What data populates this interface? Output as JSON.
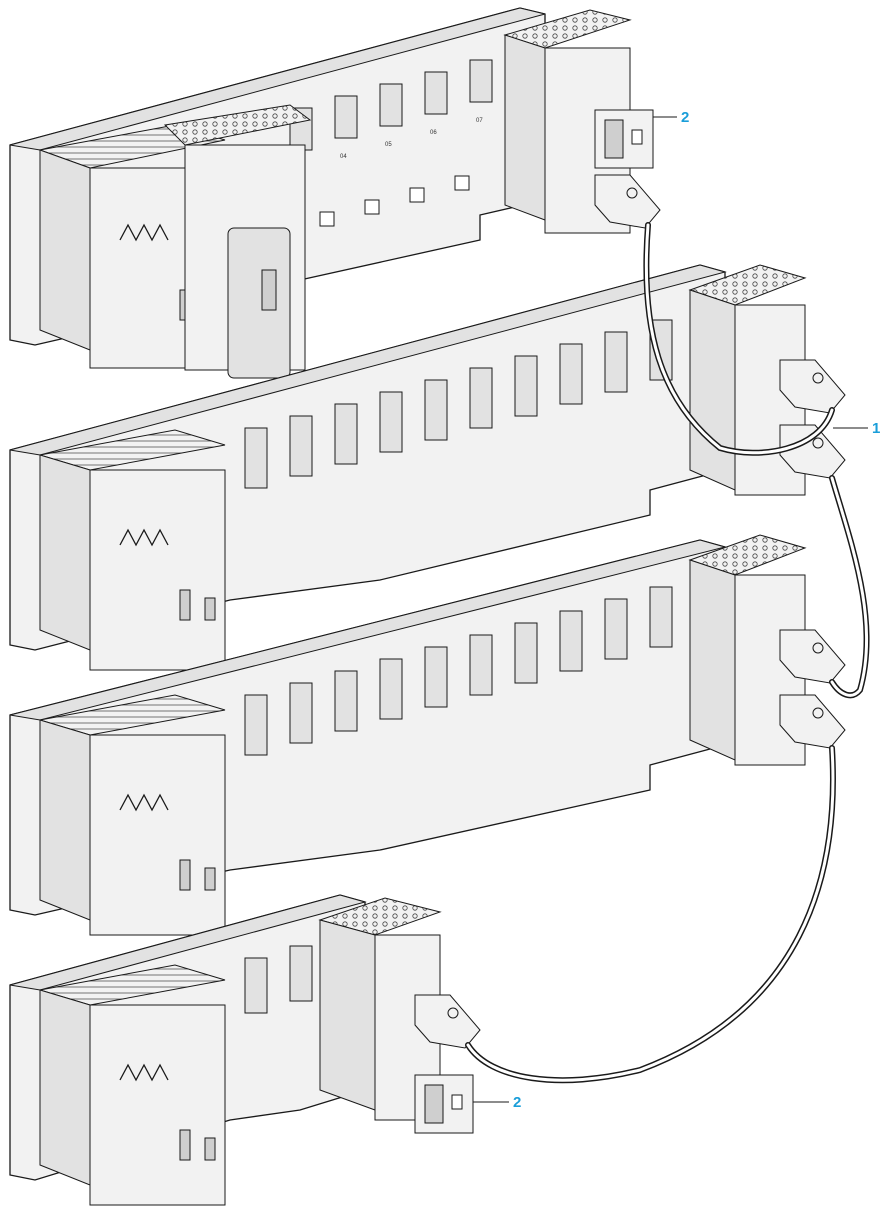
{
  "colors": {
    "outline": "#1a1a1a",
    "panel": "#f2f2f2",
    "panel_shade": "#e2e2e2",
    "panel_dark": "#cfcfcf",
    "callout": "#1a9ed9",
    "cable": "#ffffff"
  },
  "slot_numbers": [
    "04",
    "05",
    "06",
    "07"
  ],
  "callouts": [
    {
      "id": "extension-cable",
      "label": "1"
    },
    {
      "id": "terminator-top",
      "label": "2"
    },
    {
      "id": "terminator-bottom",
      "label": "2"
    }
  ]
}
